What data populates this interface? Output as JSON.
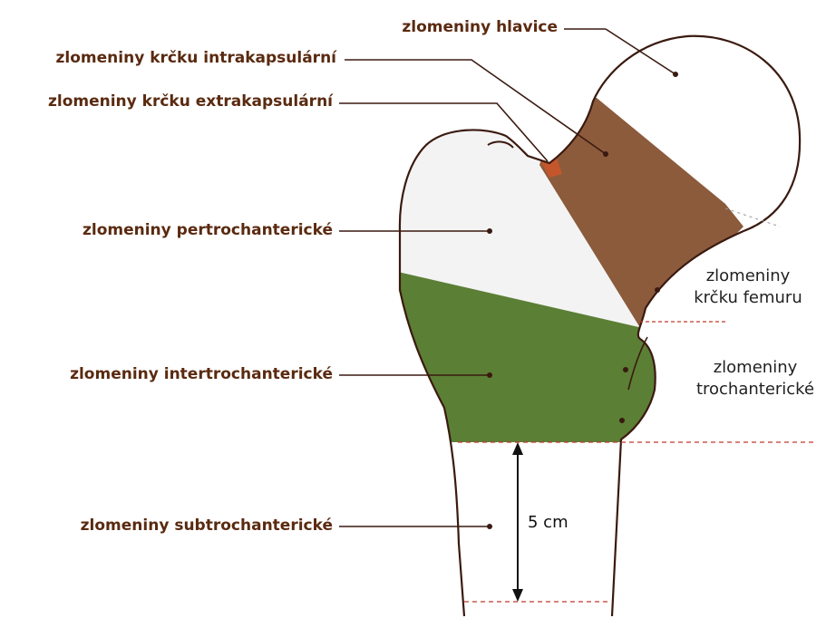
{
  "colors": {
    "label_text": "#5a2a10",
    "head_region": "#ffffff",
    "neck_region": "#8a5a3a",
    "pertrochanteric_region": "#f4f4f4",
    "intertrochanteric_region": "#5b7f35",
    "outline": "#3a1a10",
    "extracapsular_strip": "#c0502a",
    "dashed_line": "#c33"
  },
  "labels": {
    "head": "zlomeniny hlavice",
    "neck_intracapsular": "zlomeniny krčku intrakapsulární",
    "neck_extracapsular": "zlomeniny krčku extrakapsulární",
    "pertrochanteric": "zlomeniny pertrochanterické",
    "intertrochanteric": "zlomeniny intertrochanterické",
    "subtrochanteric": "zlomeniny subtrochanterické"
  },
  "side_labels": {
    "femoral_neck": [
      "zlomeniny",
      "krčku femuru"
    ],
    "trochanteric": [
      "zlomeniny",
      "trochanterické"
    ]
  },
  "measurement": {
    "label": "5 cm"
  }
}
